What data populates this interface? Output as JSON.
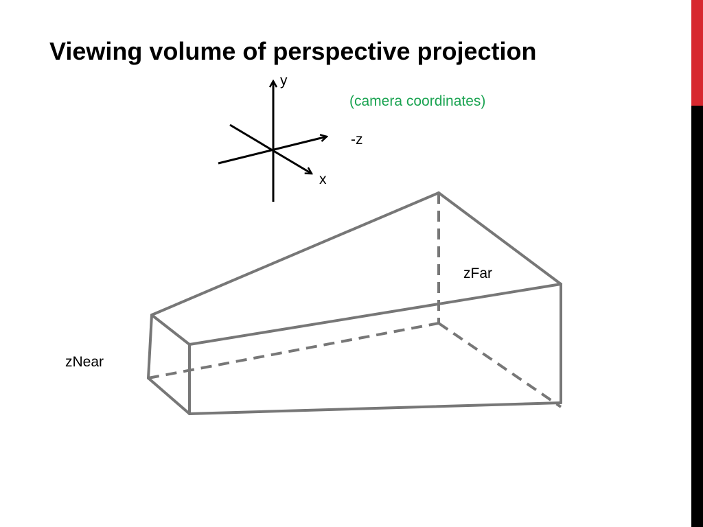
{
  "slide": {
    "title": "Viewing volume of perspective projection",
    "accent_colors": {
      "red_bar": "#d7282f",
      "black_bar": "#000000",
      "annotation_green": "#1aa351",
      "frustum_gray": "#777777"
    }
  },
  "axes": {
    "y_label": "y",
    "z_label": "-z",
    "x_label": "x",
    "note": "(camera coordinates)"
  },
  "frustum": {
    "far_label": "zFar",
    "near_label": "zNear"
  }
}
